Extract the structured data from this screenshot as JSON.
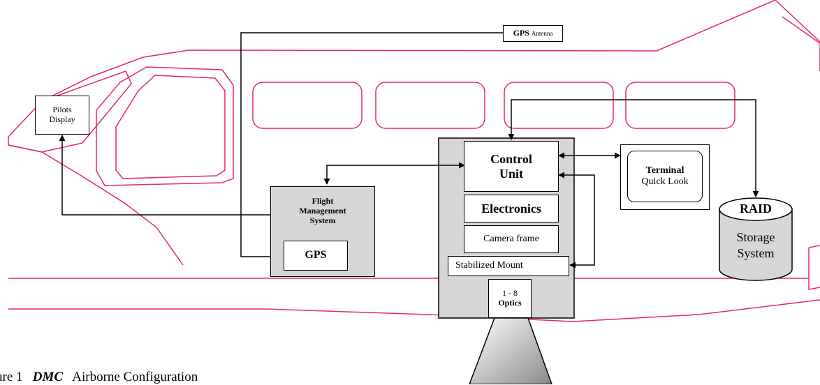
{
  "colors": {
    "fuselage": "#e8246e",
    "box_fill": "#ffffff",
    "gray_fill": "#d6d6d6",
    "line": "#000000"
  },
  "labels": {
    "gps_antenna_main": "GPS",
    "gps_antenna_sub": "Antenna",
    "pilots_display_line1": "Pilots",
    "pilots_display_line2": "Display",
    "fms_line1": "Flight",
    "fms_line2": "Management",
    "fms_line3": "System",
    "gps": "GPS",
    "control_unit_line1": "Control",
    "control_unit_line2": "Unit",
    "electronics": "Electronics",
    "camera_frame": "Camera frame",
    "stabilized_mount": "Stabilized Mount",
    "optics_count": "1 - 8",
    "optics": "Optics",
    "terminal_main": "Terminal",
    "terminal_sub": "Quick Look",
    "raid_main": "RAID",
    "raid_line2": "Storage",
    "raid_line3": "System"
  },
  "caption": {
    "prefix": "ure 1",
    "emphasis": "DMC",
    "suffix": "Airborne Configuration"
  }
}
